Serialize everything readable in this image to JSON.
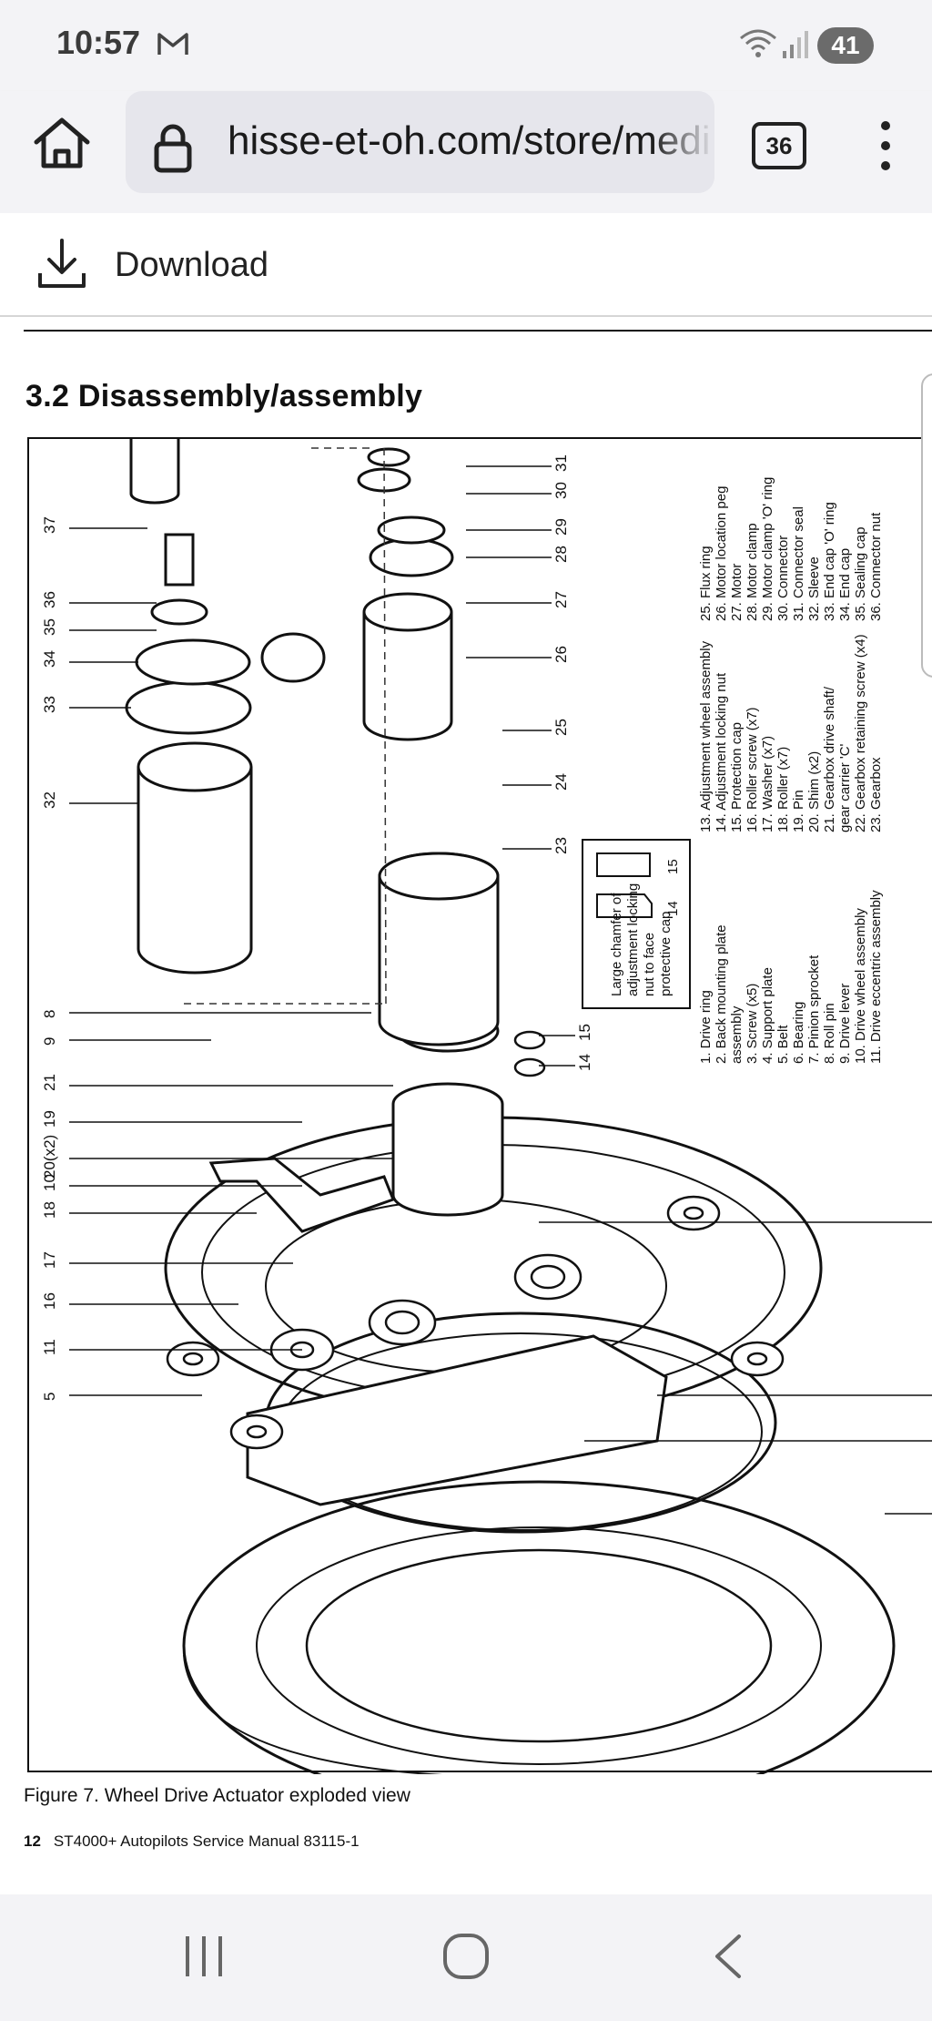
{
  "status_bar": {
    "time": "10:57",
    "battery": "41",
    "icons": [
      "gmail-icon",
      "wifi-5g-icon",
      "signal-icon",
      "battery-icon"
    ]
  },
  "browser": {
    "url": "hisse-et-oh.com/store/medi",
    "tab_count": "36",
    "icons": [
      "home-icon",
      "lock-icon",
      "tabs-icon",
      "more-vert-icon"
    ]
  },
  "download_bar": {
    "label": "Download",
    "icon": "download-icon"
  },
  "document": {
    "section_title": "3.2 Disassembly/assembly",
    "caption": "Figure 7. Wheel Drive Actuator exploded view",
    "footer_page": "12",
    "footer_title": "ST4000+ Autopilots Service Manual  83115-1",
    "callout_labels": [
      "37",
      "36",
      "35",
      "34",
      "33",
      "32",
      "8",
      "9",
      "21",
      "19",
      "20(x2)",
      "10",
      "18",
      "17",
      "16",
      "11",
      "5",
      "31",
      "30",
      "29",
      "28",
      "27",
      "26",
      "25",
      "24",
      "23",
      "15",
      "14"
    ],
    "inset": {
      "note_lines": [
        "Large chamfer of",
        "adjustment locking",
        "nut to face",
        "protective cap"
      ],
      "label_top": "15",
      "label_bottom": "14"
    },
    "parts_col1": [
      "1. Drive ring",
      "2. Back mounting plate",
      "    assembly",
      "3. Screw (x5)",
      "4. Support plate",
      "5. Belt",
      "6. Bearing",
      "7. Pinion sprocket",
      "8. Roll pin",
      "9. Drive lever",
      "10. Drive wheel assembly",
      "11. Drive eccentric assembly"
    ],
    "parts_col2": [
      "13. Adjustment wheel assembly",
      "14. Adjustment locking nut",
      "15. Protection cap",
      "16. Roller screw (x7)",
      "17. Washer (x7)",
      "18. Roller (x7)",
      "19. Pin",
      "20. Shim (x2)",
      "21. Gearbox drive shaft/",
      "    gear carrier 'C'",
      "22. Gearbox retaining screw (x4)",
      "23. Gearbox"
    ],
    "parts_col3": [
      "25. Flux ring",
      "26. Motor location peg",
      "27. Motor",
      "28. Motor clamp",
      "29. Motor clamp 'O' ring",
      "30. Connector",
      "31. Connector seal",
      "32. Sleeve",
      "33. End cap 'O' ring",
      "34. End cap",
      "35. Sealing cap",
      "36. Connector nut"
    ]
  },
  "nav_bar": {
    "icons": [
      "recent-apps-icon",
      "home-circle-icon",
      "back-icon"
    ]
  }
}
